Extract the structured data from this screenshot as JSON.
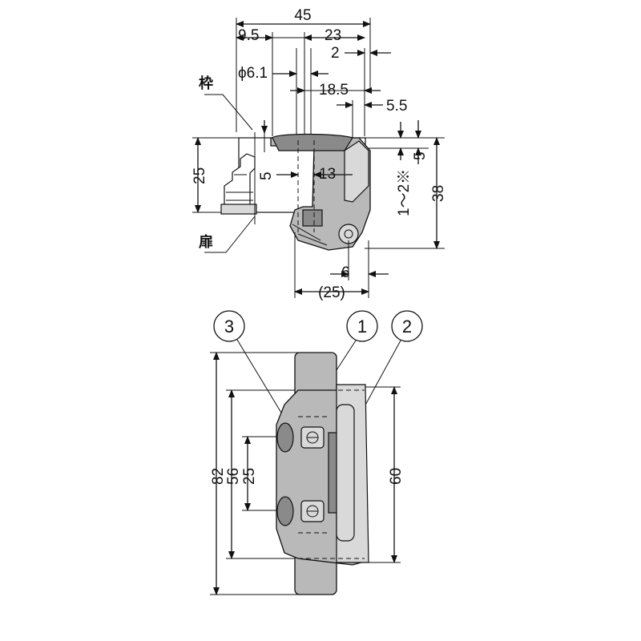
{
  "top_view": {
    "dimensions": {
      "overall_width": "45",
      "left_offset": "9.5",
      "center_spacing": "23",
      "edge_gap": "2",
      "hole_dia": "ϕ6.1",
      "offset_18_5": "18.5",
      "offset_5_5": "5.5",
      "depth_5_upper": "5",
      "depth_5_left": "5",
      "width_13": "13",
      "frame_thickness": "25",
      "gap_range": "1～2※",
      "height_38": "38",
      "offset_6": "6",
      "bottom_width": "(25)"
    },
    "labels": {
      "frame": "枠",
      "door": "扉"
    }
  },
  "front_view": {
    "dimensions": {
      "overall_height": "82",
      "mount_height": "56",
      "screw_pitch": "25",
      "strike_height": "60"
    },
    "callouts": [
      "3",
      "1",
      "2"
    ]
  }
}
